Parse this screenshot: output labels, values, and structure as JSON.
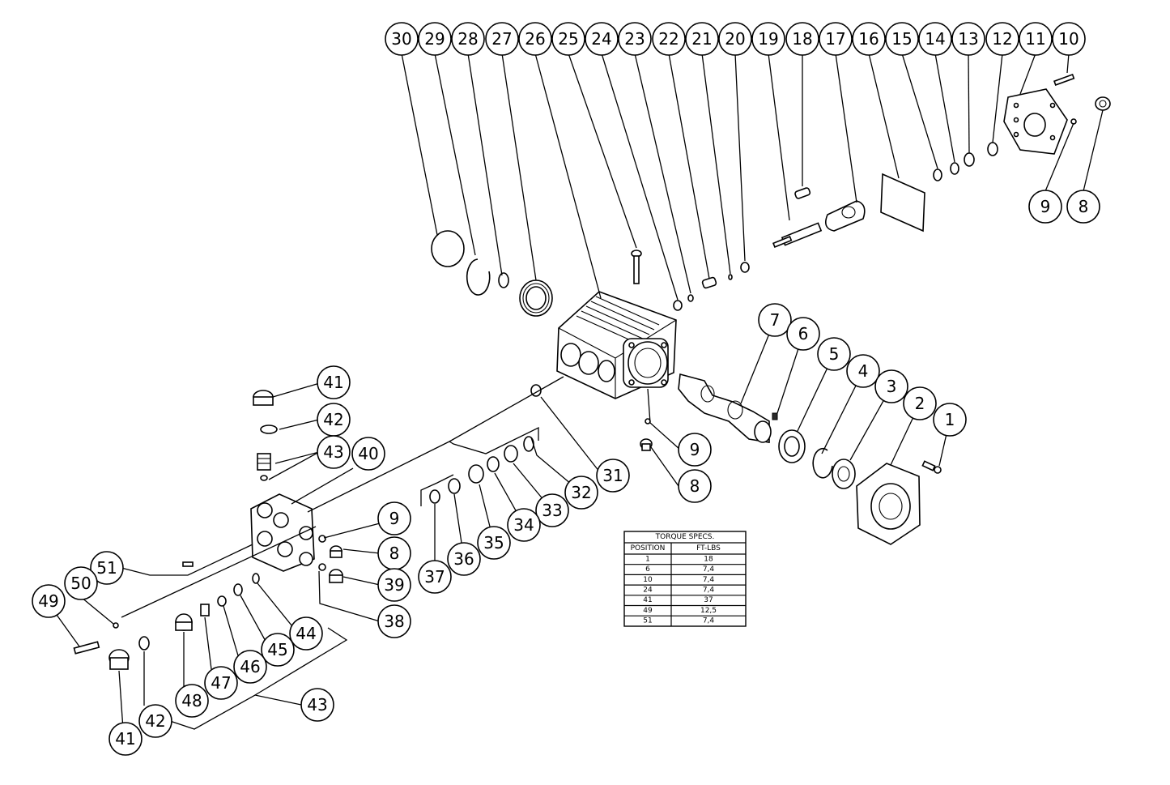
{
  "callouts": [
    "1",
    "2",
    "3",
    "4",
    "5",
    "6",
    "7",
    "8",
    "9",
    "10",
    "11",
    "12",
    "13",
    "14",
    "15",
    "16",
    "17",
    "18",
    "19",
    "20",
    "21",
    "22",
    "23",
    "24",
    "25",
    "26",
    "27",
    "28",
    "29",
    "30",
    "31",
    "32",
    "33",
    "34",
    "35",
    "36",
    "37",
    "38",
    "39",
    "40",
    "41",
    "42",
    "43",
    "44",
    "45",
    "46",
    "47",
    "48",
    "49",
    "50",
    "51"
  ],
  "torque_table": {
    "title": "TORQUE SPECS.",
    "headers": [
      "POSITION",
      "FT-LBS"
    ],
    "rows": [
      [
        "1",
        "18"
      ],
      [
        "6",
        "7,4"
      ],
      [
        "10",
        "7,4"
      ],
      [
        "24",
        "7,4"
      ],
      [
        "41",
        "37"
      ],
      [
        "49",
        "12,5"
      ],
      [
        "51",
        "7,4"
      ]
    ]
  }
}
